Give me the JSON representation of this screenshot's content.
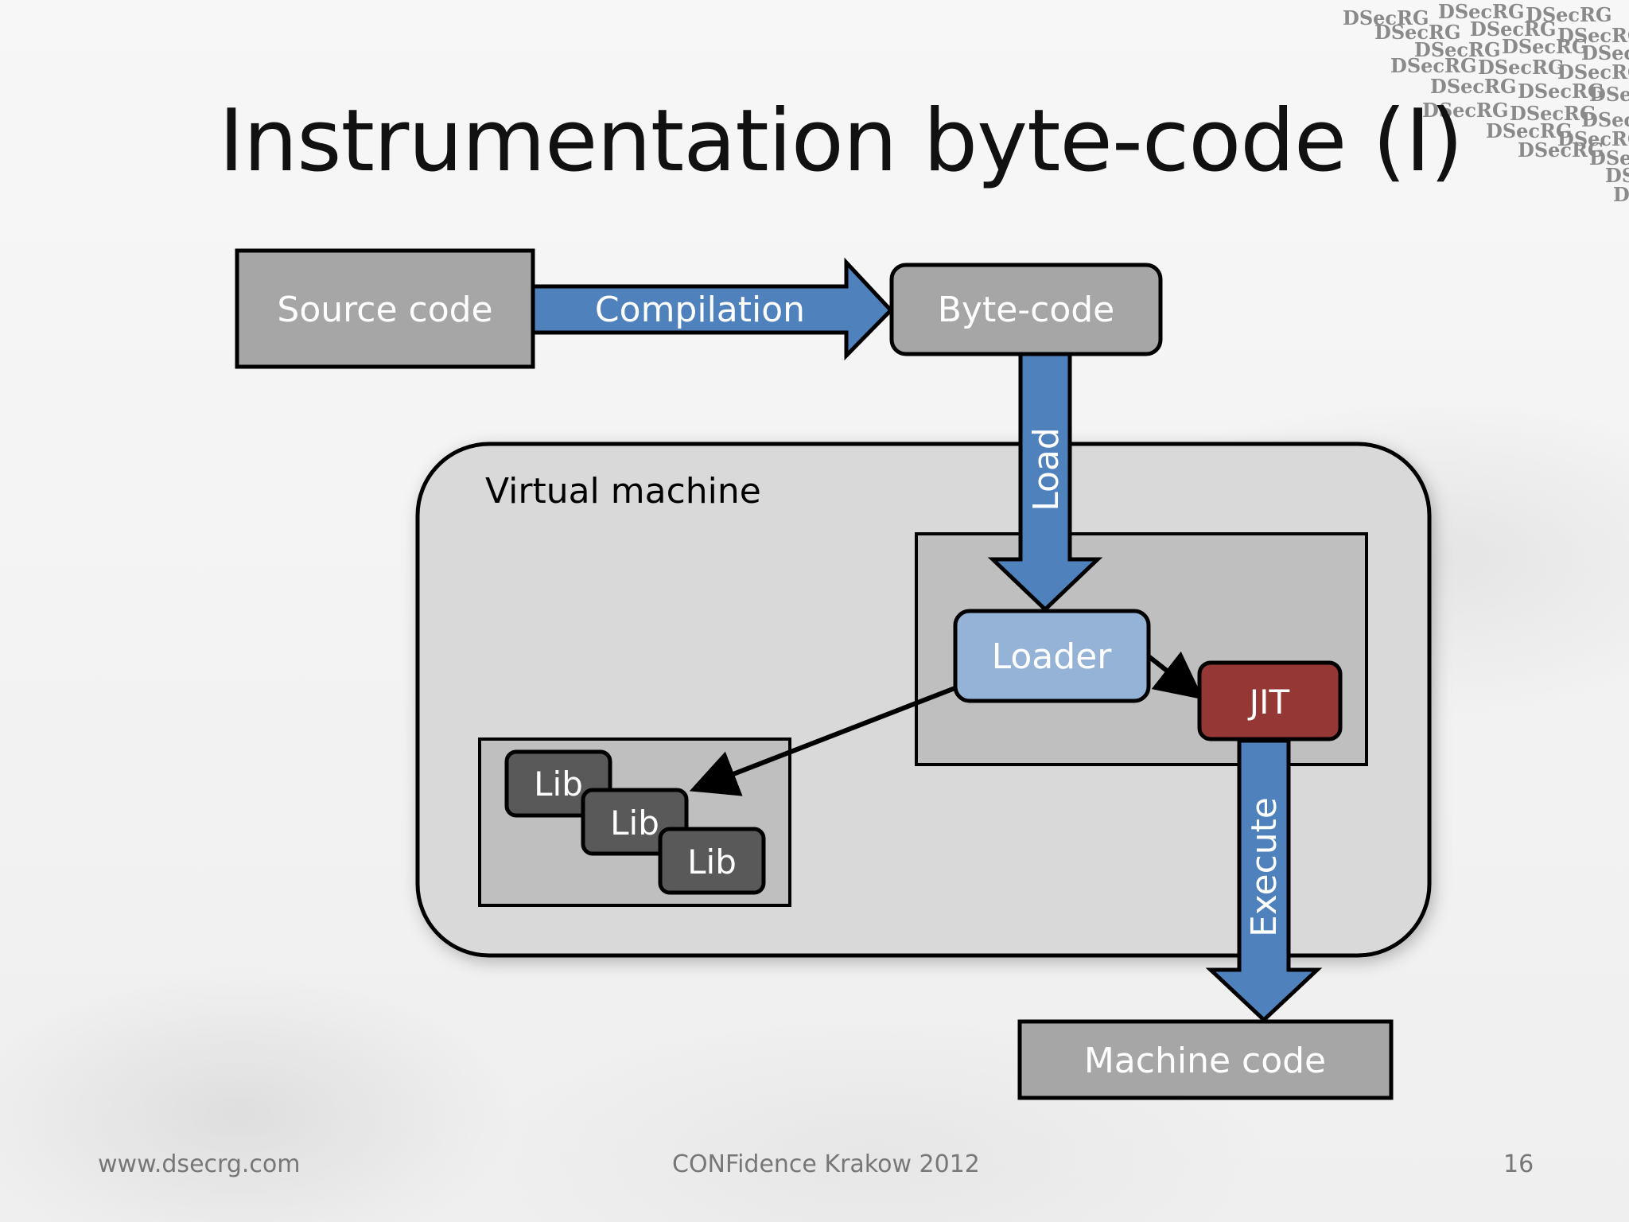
{
  "slide": {
    "title": "Instrumentation byte-code (I)",
    "watermark_text": "DSecRG",
    "footer": {
      "left": "www.dsecrg.com",
      "center": "CONFidence Krakow 2012",
      "right": "16"
    }
  },
  "diagram": {
    "source_code": "Source code",
    "compilation": "Compilation",
    "byte_code": "Byte-code",
    "load": "Load",
    "virtual_machine": "Virtual machine",
    "loader": "Loader",
    "jit": "JIT",
    "lib_1": "Lib",
    "lib_2": "Lib",
    "lib_3": "Lib",
    "execute": "Execute",
    "machine_code": "Machine code"
  },
  "colors": {
    "arrow_blue": "#4f81bd",
    "loader_blue": "#95b3d7",
    "jit_red": "#953735",
    "gray_box": "#a6a6a6",
    "vm_fill": "#d9d9d9",
    "inner_fill": "#bfbfbf",
    "lib_fill": "#595959"
  }
}
